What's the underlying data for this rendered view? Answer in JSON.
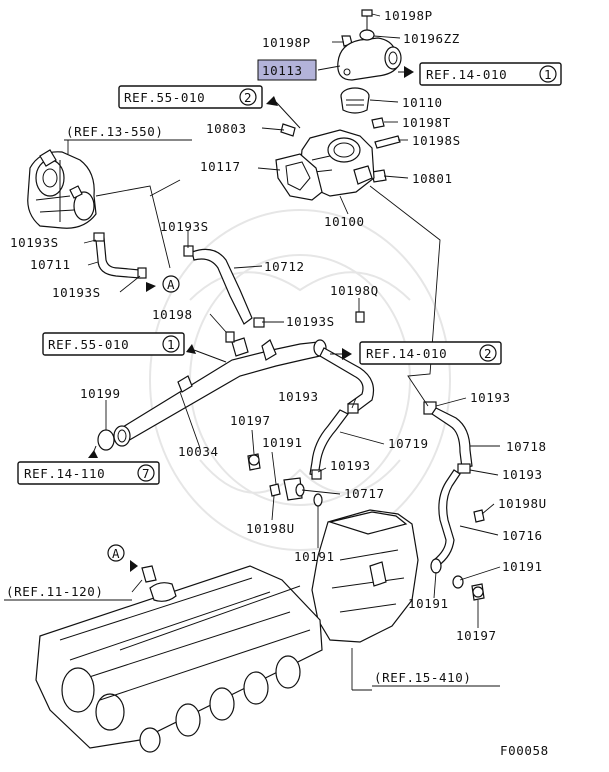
{
  "diagram": {
    "figure_code": "F00058",
    "highlighted_part": "10113",
    "highlight_color": "#b3b3d9",
    "part_labels": [
      "10198P",
      "10198P",
      "10196ZZ",
      "10113",
      "10110",
      "10803",
      "10198T",
      "10198S",
      "10117",
      "10801",
      "10100",
      "10193S",
      "10193S",
      "10711",
      "10193S",
      "10712",
      "10198Q",
      "10198",
      "10193S",
      "10199",
      "10034",
      "10193",
      "10719",
      "10197",
      "10191",
      "10193",
      "10717",
      "10198U",
      "10191",
      "10193",
      "10718",
      "10193",
      "10198U",
      "10716",
      "10191",
      "10191",
      "10197"
    ],
    "refs": [
      "REF.14-010",
      "REF.55-010",
      "(REF.13-550)",
      "REF.55-010",
      "REF.14-010",
      "REF.14-110",
      "(REF.11-120)",
      "(REF.15-410)"
    ],
    "ref_circles": [
      "1",
      "2",
      "1",
      "2",
      "7"
    ],
    "connectors": [
      "A",
      "A"
    ]
  }
}
